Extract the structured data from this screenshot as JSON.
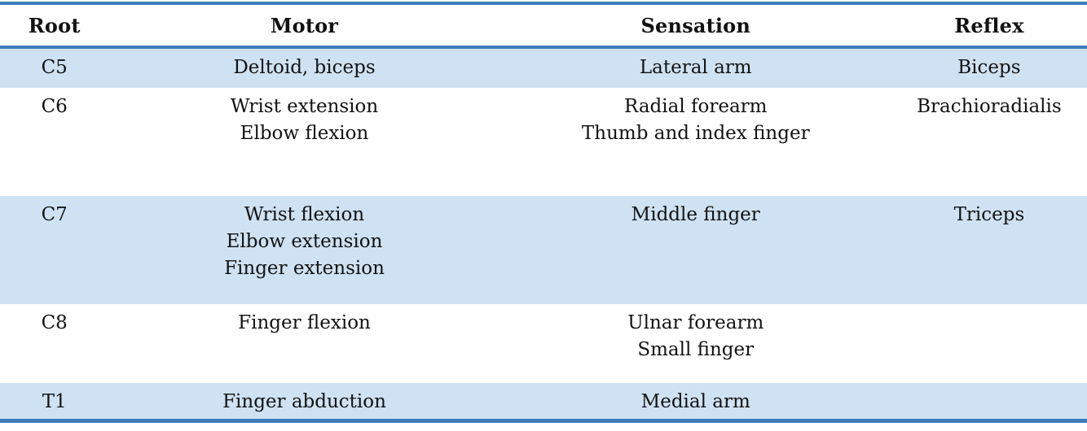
{
  "table": {
    "columns": [
      {
        "key": "root",
        "label": "Root"
      },
      {
        "key": "motor",
        "label": "Motor"
      },
      {
        "key": "sensation",
        "label": "Sensation"
      },
      {
        "key": "reflex",
        "label": "Reflex"
      }
    ],
    "rows": [
      {
        "root": "C5",
        "motor": "Deltoid, biceps",
        "sensation": "Lateral arm",
        "reflex": "Biceps",
        "shaded": true
      },
      {
        "root": "C6",
        "motor": "Wrist extension\nElbow flexion",
        "sensation": "Radial forearm\nThumb and index finger",
        "reflex": "Brachioradialis",
        "shaded": false
      },
      {
        "root": "C7",
        "motor": "Wrist flexion\nElbow extension\nFinger extension",
        "sensation": "Middle finger",
        "reflex": "Triceps",
        "shaded": true
      },
      {
        "root": "C8",
        "motor": "Finger flexion",
        "sensation": "Ulnar forearm\nSmall finger",
        "reflex": "",
        "shaded": false
      },
      {
        "root": "T1",
        "motor": "Finger abduction",
        "sensation": "Medial arm",
        "reflex": "",
        "shaded": true
      }
    ]
  },
  "colors": {
    "row_highlight": "#cfe2f3",
    "rule_blue": "#3c7dbb",
    "text": "#121212",
    "background": "#ffffff"
  }
}
